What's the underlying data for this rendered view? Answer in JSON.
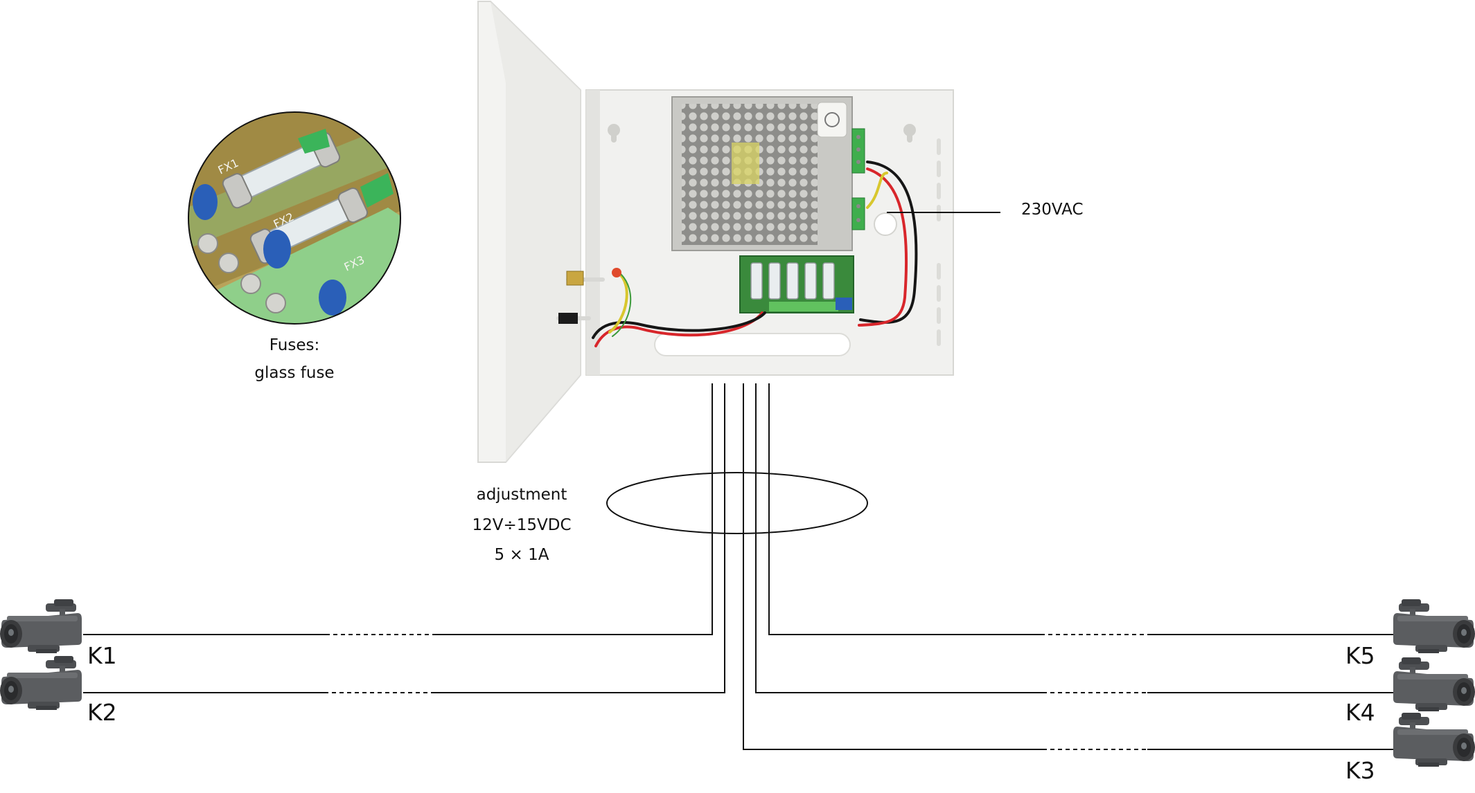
{
  "labels": {
    "fuse_title": "Fuses:",
    "fuse_type": "glass fuse",
    "mains": "230VAC",
    "adjust_line1": "adjustment",
    "adjust_line2": "12V÷15VDC",
    "adjust_line3": "5 × 1A"
  },
  "cameras": {
    "k1": "K1",
    "k2": "K2",
    "k3": "K3",
    "k4": "K4",
    "k5": "K5"
  },
  "fuse_marks": [
    "FX1",
    "FX2",
    "FX3"
  ],
  "colors": {
    "line": "#111111",
    "enclosure": "#f1f1ef",
    "pcb": "#8fcf8a",
    "fuse_cap": "#2a5fb8",
    "camera_body": "#5b5d60",
    "wire_red": "#d8262b",
    "wire_black": "#161616",
    "wire_yellow": "#d8c72e",
    "wire_green": "#3b9a3b"
  },
  "icons": [
    "camera-icon",
    "fuse-closeup",
    "power-supply-enclosure"
  ]
}
